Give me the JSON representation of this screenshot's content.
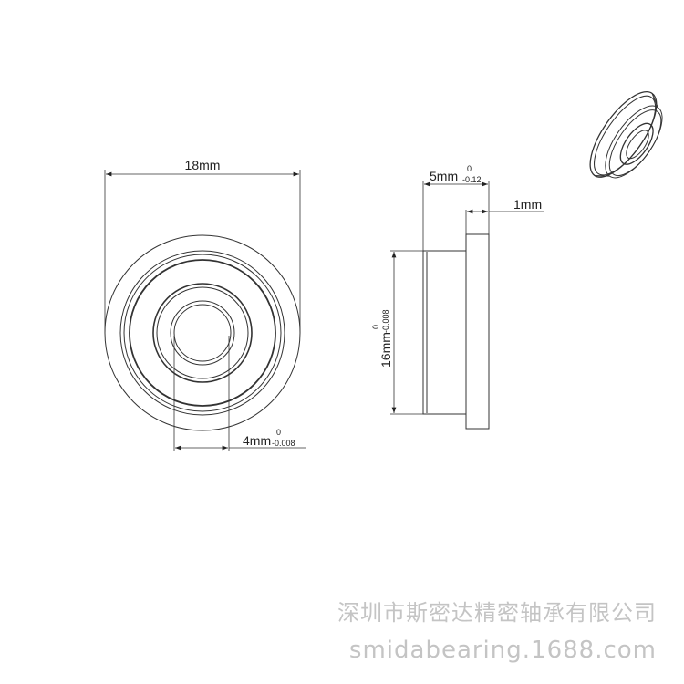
{
  "front_view": {
    "outer_diameter": "18mm",
    "bore": "4mm",
    "bore_tol_upper": "0",
    "bore_tol_lower": "-0.008"
  },
  "side_view": {
    "width": "5mm",
    "width_tol_upper": "0",
    "width_tol_lower": "-0.12",
    "flange_width": "1mm",
    "body_diameter": "16mm",
    "body_tol_upper": "0",
    "body_tol_lower": "-0.008"
  },
  "watermark": {
    "company": "深圳市斯密达精密轴承有限公司",
    "site": "smidabearing.1688.com"
  }
}
